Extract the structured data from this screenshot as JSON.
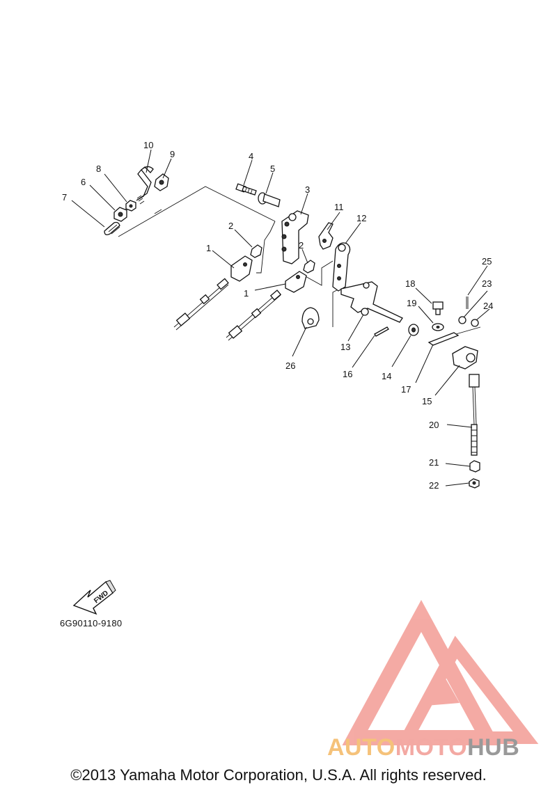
{
  "diagram": {
    "callouts": [
      {
        "id": "c1a",
        "label": "1"
      },
      {
        "id": "c1b",
        "label": "1"
      },
      {
        "id": "c2a",
        "label": "2"
      },
      {
        "id": "c2b",
        "label": "2"
      },
      {
        "id": "c3",
        "label": "3"
      },
      {
        "id": "c4",
        "label": "4"
      },
      {
        "id": "c5",
        "label": "5"
      },
      {
        "id": "c6",
        "label": "6"
      },
      {
        "id": "c7",
        "label": "7"
      },
      {
        "id": "c8",
        "label": "8"
      },
      {
        "id": "c9",
        "label": "9"
      },
      {
        "id": "c10",
        "label": "10"
      },
      {
        "id": "c11",
        "label": "11"
      },
      {
        "id": "c12",
        "label": "12"
      },
      {
        "id": "c13",
        "label": "13"
      },
      {
        "id": "c14",
        "label": "14"
      },
      {
        "id": "c15",
        "label": "15"
      },
      {
        "id": "c16",
        "label": "16"
      },
      {
        "id": "c17",
        "label": "17"
      },
      {
        "id": "c18",
        "label": "18"
      },
      {
        "id": "c19",
        "label": "19"
      },
      {
        "id": "c20",
        "label": "20"
      },
      {
        "id": "c21",
        "label": "21"
      },
      {
        "id": "c22",
        "label": "22"
      },
      {
        "id": "c23",
        "label": "23"
      },
      {
        "id": "c24",
        "label": "24"
      },
      {
        "id": "c25",
        "label": "25"
      },
      {
        "id": "c26",
        "label": "26"
      }
    ],
    "fwd_label": "FWD",
    "diagram_code": "6G90110-9180"
  },
  "watermark": {
    "part1": "AUTO",
    "part2": "MOTO",
    "part3": "HUB",
    "colors": {
      "triangle": "#f4a6a0",
      "auto": "#f5c27a",
      "moto": "#f3a9a3",
      "hub": "#999999"
    }
  },
  "footer": {
    "copyright": "©2013 Yamaha Motor Corporation, U.S.A. All rights reserved."
  }
}
